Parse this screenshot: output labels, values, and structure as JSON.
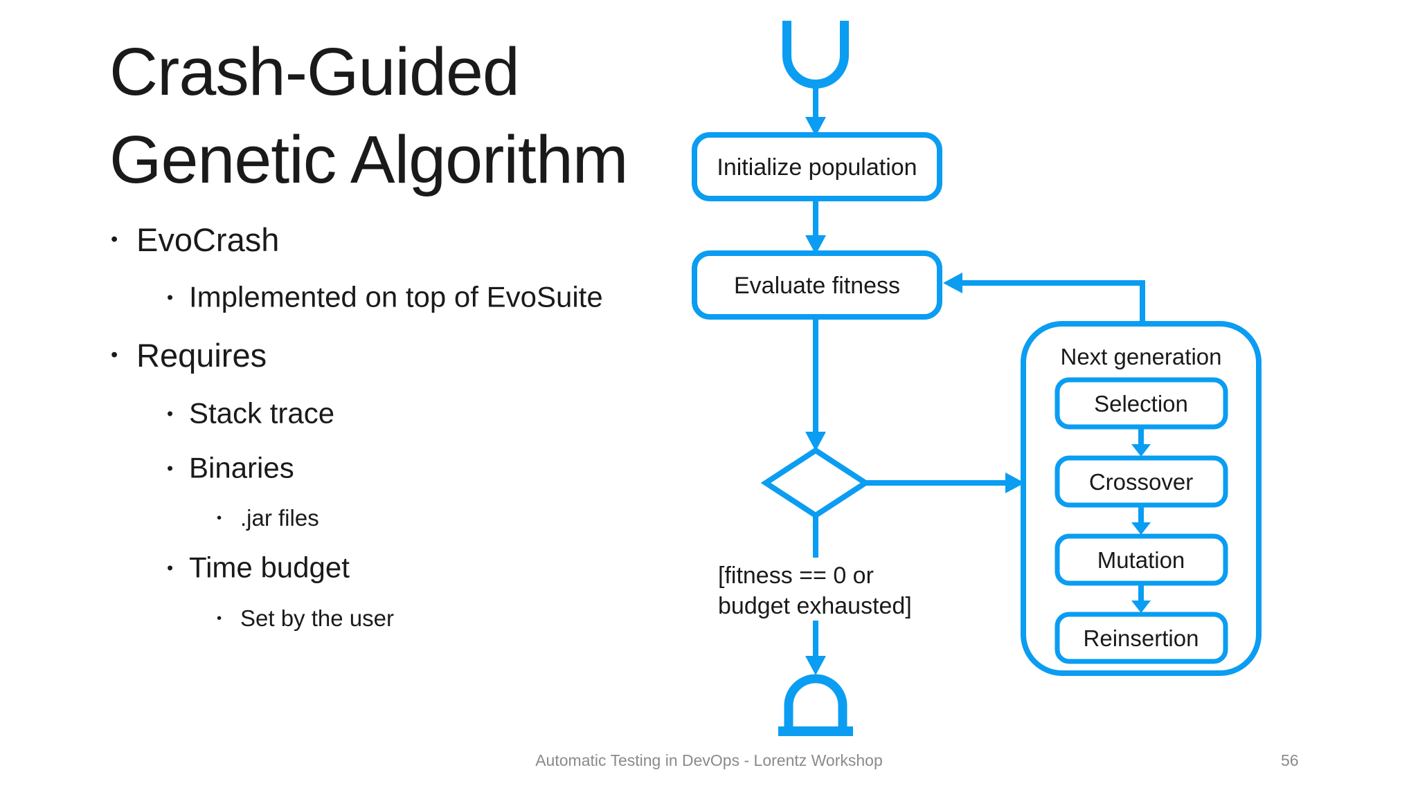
{
  "slide": {
    "title_lines": [
      "Crash-Guided",
      "Genetic Algorithm"
    ],
    "bullet_glyph": "•",
    "bullets": [
      {
        "level": 1,
        "text": "EvoCrash"
      },
      {
        "level": 2,
        "text": "Implemented on top of EvoSuite"
      },
      {
        "level": 1,
        "text": "Requires"
      },
      {
        "level": 2,
        "text": "Stack trace"
      },
      {
        "level": 2,
        "text": "Binaries"
      },
      {
        "level": 3,
        "text": ".jar files"
      },
      {
        "level": 2,
        "text": "Time budget"
      },
      {
        "level": 3,
        "text": "Set by the user"
      }
    ],
    "footer": {
      "text": "Automatic Testing in DevOps - Lorentz Workshop",
      "page_number": "56"
    }
  },
  "flowchart": {
    "nodes": {
      "initialize": "Initialize population",
      "evaluate": "Evaluate fitness",
      "decision_label_line1": "[fitness == 0 or",
      "decision_label_line2": "budget exhausted]",
      "group_label": "Next generation",
      "steps": [
        "Selection",
        "Crossover",
        "Mutation",
        "Reinsertion"
      ]
    }
  },
  "colors": {
    "accent": "#0a9df2",
    "ink": "#1a1a1a",
    "muted": "#8a8a8a"
  }
}
